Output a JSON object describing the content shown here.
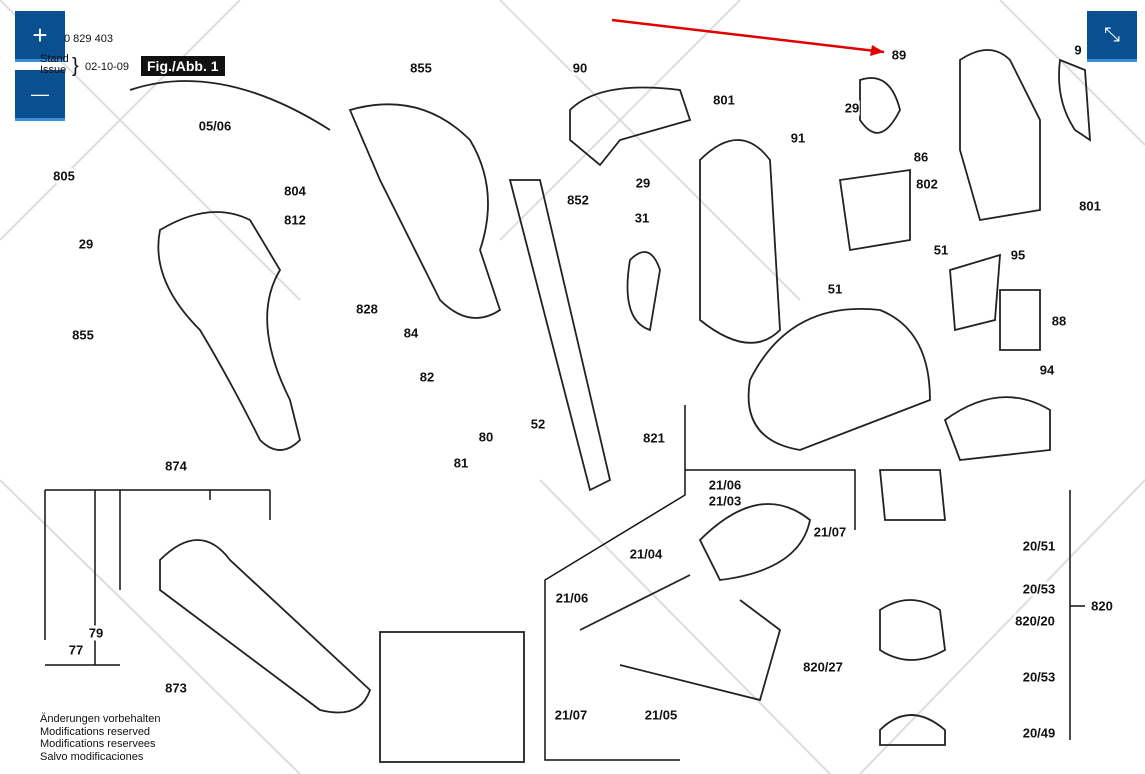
{
  "header": {
    "part_number": "0 829 403",
    "stand_label": "Stand",
    "issue_label": "Issue",
    "date": "02-10-09",
    "figure_label": "Fig./Abb. 1"
  },
  "controls": {
    "zoom_in": "+",
    "zoom_out": "—",
    "fullscreen_exit": "⤡",
    "accent_color": "#0a4f8f"
  },
  "part_labels": [
    "05/06",
    "805",
    "804",
    "812",
    "29",
    "855",
    "828",
    "84",
    "82",
    "80",
    "81",
    "855",
    "90",
    "801",
    "852",
    "29",
    "31",
    "91",
    "29",
    "89",
    "86",
    "802",
    "51",
    "51",
    "95",
    "88",
    "9",
    "801",
    "94",
    "52",
    "821",
    "21/06",
    "21/03",
    "21/07",
    "21/04",
    "21/06",
    "21/07",
    "21/05",
    "20/51",
    "20/53",
    "820",
    "820/20",
    "820/27",
    "20/53",
    "20/49",
    "874",
    "79",
    "77",
    "873"
  ],
  "notes": [
    "Änderungen vorbehalten",
    "Modifications reserved",
    "Modifications reservees",
    "Salvo modificaciones"
  ]
}
